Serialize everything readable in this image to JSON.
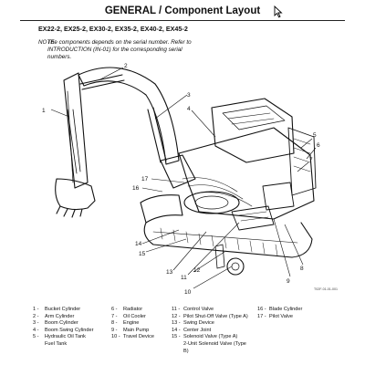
{
  "header": {
    "title": "GENERAL / Component Layout"
  },
  "models": "EX22-2, EX25-2, EX30-2, EX35-2, EX40-2, EX45-2",
  "note": {
    "label": "NOTE:",
    "text": "The components depends on the serial number. Refer to INTRODUCTION (IN-01) for the corresponding serial numbers."
  },
  "callouts": [
    "1",
    "2",
    "3",
    "4",
    "5",
    "6",
    "7",
    "8",
    "9",
    "10",
    "11",
    "12",
    "13",
    "14",
    "15",
    "16",
    "17"
  ],
  "figure_code": "T02F-01-01-001",
  "legend": [
    [
      {
        "num": "1 -",
        "label": "Bucket Cylinder"
      },
      {
        "num": "2 -",
        "label": "Arm Cylinder"
      },
      {
        "num": "3 -",
        "label": "Boom Cylinder"
      },
      {
        "num": "4 -",
        "label": "Boom Swing Cylinder"
      },
      {
        "num": "5 -",
        "label": "Hydraulic Oil Tank"
      },
      {
        "num": "",
        "label": "Fuel Tank"
      }
    ],
    [
      {
        "num": "6 -",
        "label": "Radiator"
      },
      {
        "num": "7 -",
        "label": "Oil Cooler"
      },
      {
        "num": "8 -",
        "label": "Engine"
      },
      {
        "num": "9 -",
        "label": "Main Pump"
      },
      {
        "num": "10 -",
        "label": "Travel Device"
      }
    ],
    [
      {
        "num": "11 -",
        "label": "Control Valve"
      },
      {
        "num": "12 -",
        "label": "Pilot Shut-Off Valve (Type A)"
      },
      {
        "num": "13 -",
        "label": "Swing Device"
      },
      {
        "num": "14 -",
        "label": "Center Joint"
      },
      {
        "num": "15 -",
        "label": "Solenoid Valve (Type A)"
      },
      {
        "num": "",
        "label": "2-Unit Solenoid Valve (Type"
      },
      {
        "num": "",
        "label": "B)"
      }
    ],
    [
      {
        "num": "16 -",
        "label": "Blade Cylinder"
      },
      {
        "num": "17 -",
        "label": "Pilot Valve"
      }
    ]
  ]
}
